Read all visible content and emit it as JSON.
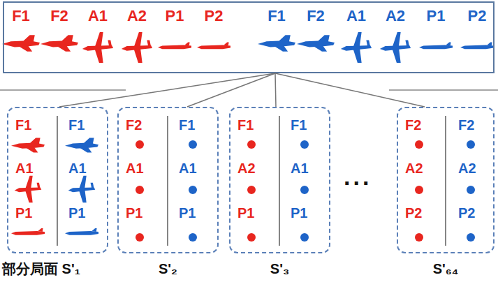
{
  "diagram": {
    "nodes": [
      {
        "text": [
          "F1",
          "F2",
          "A1",
          "A2",
          "P1",
          "P2",
          "F1",
          "F2",
          "A1",
          "A2",
          "P1",
          "P2"
        ]
      },
      {
        "text": [
          "F1",
          "A1",
          "P1",
          "F1",
          "A1",
          "P1",
          "部分局面 S'₁"
        ]
      },
      {
        "text": [
          "F2",
          "A1",
          "P1",
          "F1",
          "A1",
          "P1",
          "S'₂"
        ]
      },
      {
        "text": [
          "F1",
          "A2",
          "P1",
          "F1",
          "A1",
          "P1",
          "S'₃"
        ]
      },
      {
        "text": [
          "F2",
          "A2",
          "P2",
          "F2",
          "A2",
          "P2",
          "S'₆₄"
        ]
      }
    ],
    "edges": [
      {
        "from": 0,
        "to": 1,
        "arrow": "none"
      },
      {
        "from": 0,
        "to": 2,
        "arrow": "none"
      },
      {
        "from": 0,
        "to": 3,
        "arrow": "none"
      },
      {
        "from": 0,
        "to": 4,
        "arrow": "none"
      }
    ],
    "labels": [
      "..."
    ]
  }
}
